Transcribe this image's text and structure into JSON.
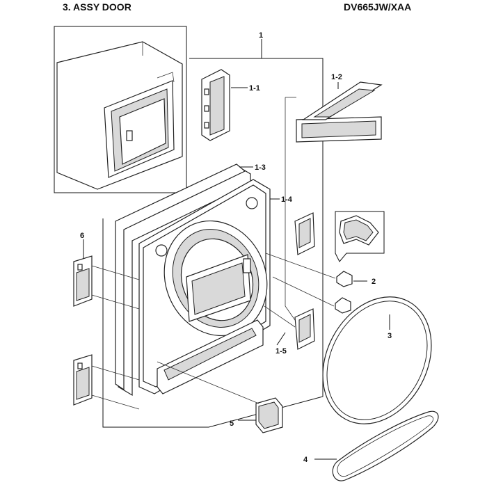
{
  "header": {
    "title": "3. ASSY DOOR",
    "model": "DV665JW/XAA"
  },
  "callouts": {
    "c1": "1",
    "c1_1": "1-1",
    "c1_2": "1-2",
    "c1_3": "1-3",
    "c1_4": "1-4",
    "c1_5": "1-5",
    "c2": "2",
    "c3": "3",
    "c4": "4",
    "c5": "5",
    "c6": "6"
  }
}
